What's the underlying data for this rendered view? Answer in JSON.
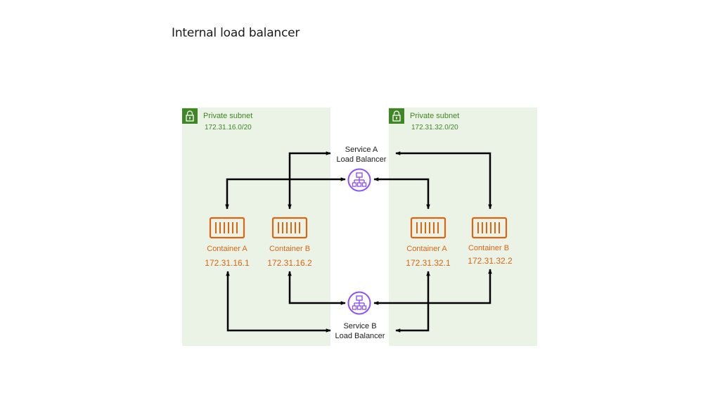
{
  "title": "Internal load balancer",
  "subnets": [
    {
      "name": "Private subnet",
      "cidr": "172.31.16.0/20"
    },
    {
      "name": "Private subnet",
      "cidr": "172.31.32.0/20"
    }
  ],
  "load_balancers": [
    {
      "line1": "Service A",
      "line2": "Load Balancer"
    },
    {
      "line1": "Service B",
      "line2": "Load Balancer"
    }
  ],
  "containers": [
    {
      "name": "Container A",
      "ip": "172.31.16.1"
    },
    {
      "name": "Container B",
      "ip": "172.31.16.2"
    },
    {
      "name": "Container A",
      "ip": "172.31.32.1"
    },
    {
      "name": "Container B",
      "ip": "172.31.32.2"
    }
  ],
  "colors": {
    "subnet_bg": "#eaf3e6",
    "subnet_accent": "#3f8624",
    "container": "#d86613",
    "load_balancer": "#8c4fff",
    "arrow": "#000000"
  },
  "icons": {
    "subnet": "lock-icon",
    "container": "container-icon",
    "load_balancer": "load-balancer-icon"
  }
}
